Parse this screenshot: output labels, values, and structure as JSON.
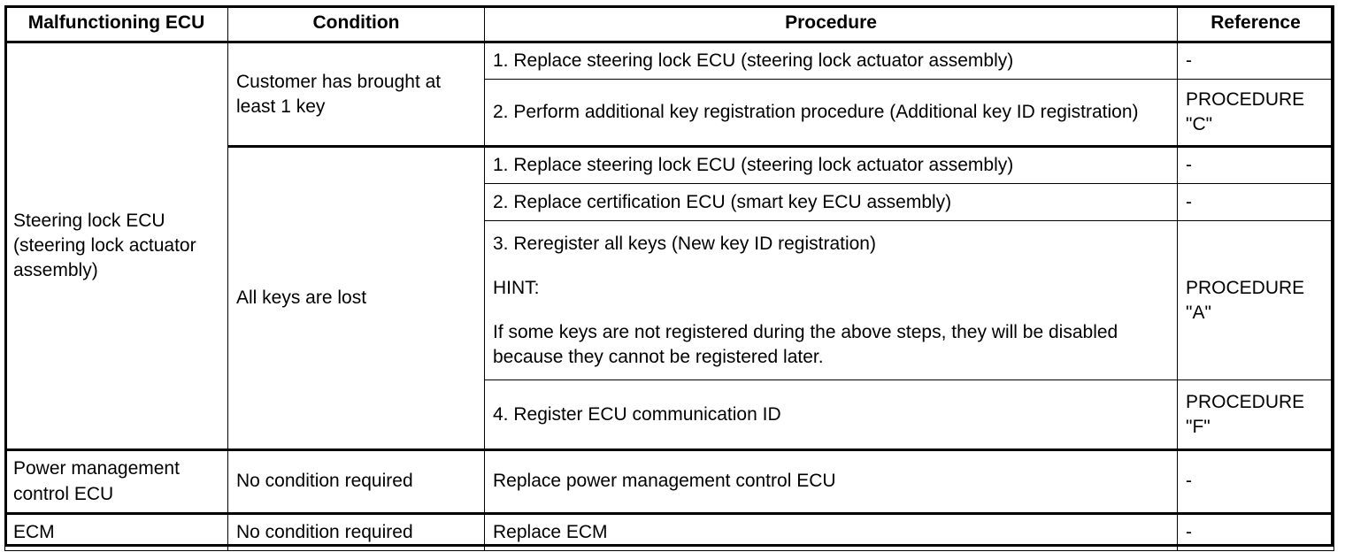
{
  "table": {
    "headers": {
      "ecu": "Malfunctioning ECU",
      "condition": "Condition",
      "procedure": "Procedure",
      "reference": "Reference"
    },
    "groups": [
      {
        "ecu": "Steering lock ECU (steering lock actuator assembly)",
        "conditions": [
          {
            "condition": "Customer has brought at least 1 key",
            "steps": [
              {
                "procedure": "1. Replace steering lock ECU (steering lock actuator assembly)",
                "reference": "-"
              },
              {
                "procedure": "2. Perform additional key registration procedure (Additional key ID registration)",
                "reference": "PROCEDURE \"C\""
              }
            ]
          },
          {
            "condition": "All keys are lost",
            "steps": [
              {
                "procedure": "1. Replace steering lock ECU (steering lock actuator assembly)",
                "reference": "-"
              },
              {
                "procedure": "2. Replace certification ECU (smart key ECU assembly)",
                "reference": "-"
              },
              {
                "procedure_title": "3. Reregister all keys (New key ID registration)",
                "hint_label": "HINT:",
                "hint_body": "If some keys are not registered during the above steps, they will be disabled because they cannot be registered later.",
                "reference": "PROCEDURE \"A\""
              },
              {
                "procedure": "4. Register ECU communication ID",
                "reference": "PROCEDURE \"F\""
              }
            ]
          }
        ]
      },
      {
        "ecu": "Power management control ECU",
        "conditions": [
          {
            "condition": "No condition required",
            "steps": [
              {
                "procedure": "Replace power management control ECU",
                "reference": "-"
              }
            ]
          }
        ]
      },
      {
        "ecu": "ECM",
        "conditions": [
          {
            "condition": "No condition required",
            "steps": [
              {
                "procedure": "Replace ECM",
                "reference": "-"
              }
            ]
          }
        ]
      }
    ]
  }
}
